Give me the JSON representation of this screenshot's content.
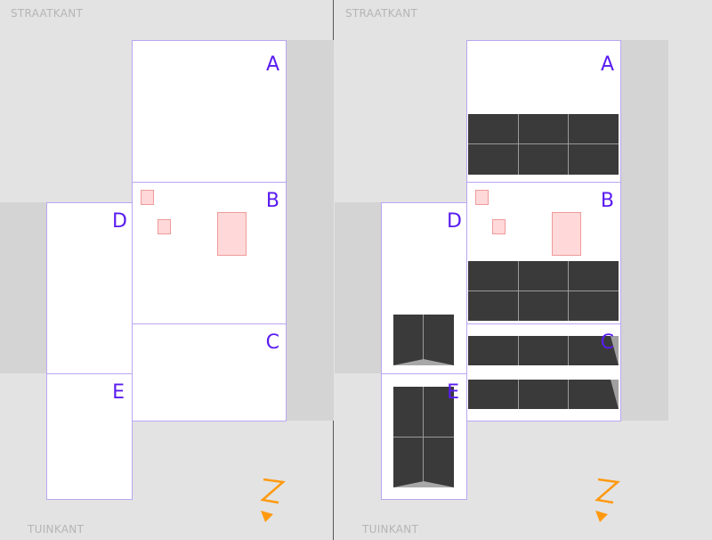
{
  "labels": {
    "street": "STRAATKANT",
    "garden": "TUINKANT"
  },
  "rooms": {
    "a": "A",
    "b": "B",
    "c": "C",
    "d": "D",
    "e": "E"
  },
  "compass": {
    "icon": "north-arrow-z-icon",
    "color": "#ff9a10"
  },
  "colors": {
    "room_border": "#b9a6f2",
    "room_label": "#5a1cf0",
    "obstacle": "#ffd9d9",
    "solar_panel": "#3a3a3a"
  },
  "panels": {
    "a": {
      "cols": 3,
      "rows": 2
    },
    "b": {
      "cols": 3,
      "rows": 2
    },
    "c": [
      {
        "cols": 3,
        "rows": 1
      },
      {
        "cols": 3,
        "rows": 1
      }
    ],
    "d": {
      "cols": 2,
      "rows": 1
    },
    "e": {
      "cols": 2,
      "rows": 2
    }
  }
}
